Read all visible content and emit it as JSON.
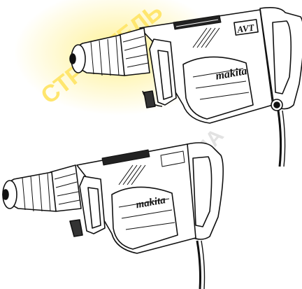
{
  "brand_top": "makita",
  "brand_bottom": "makita",
  "avt_badge": "AVT",
  "watermark_top": "СТРОИТЕЛЬ",
  "watermark_diagonal": "WWW.KAMA",
  "colors": {
    "watermark_yellow": "#FFF08A",
    "watermark_gray": "#D0D0D0",
    "line": "#111111",
    "background": "#FFFFFF"
  }
}
